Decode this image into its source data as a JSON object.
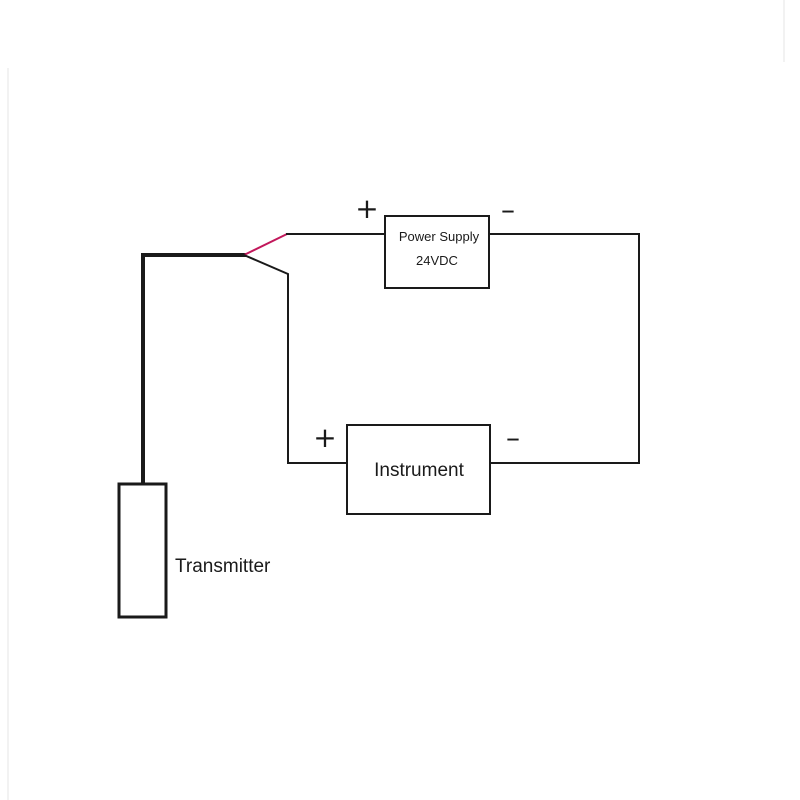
{
  "power_supply": {
    "label": "Power Supply",
    "voltage": "24VDC",
    "plus_sign": "+",
    "minus_sign": "–"
  },
  "instrument": {
    "label": "Instrument",
    "plus_sign": "+",
    "minus_sign": "–"
  },
  "transmitter": {
    "label": "Transmitter"
  },
  "colors": {
    "wire": "#1a1a1a",
    "highlight_wire": "#c2185b",
    "background": "#ffffff"
  }
}
